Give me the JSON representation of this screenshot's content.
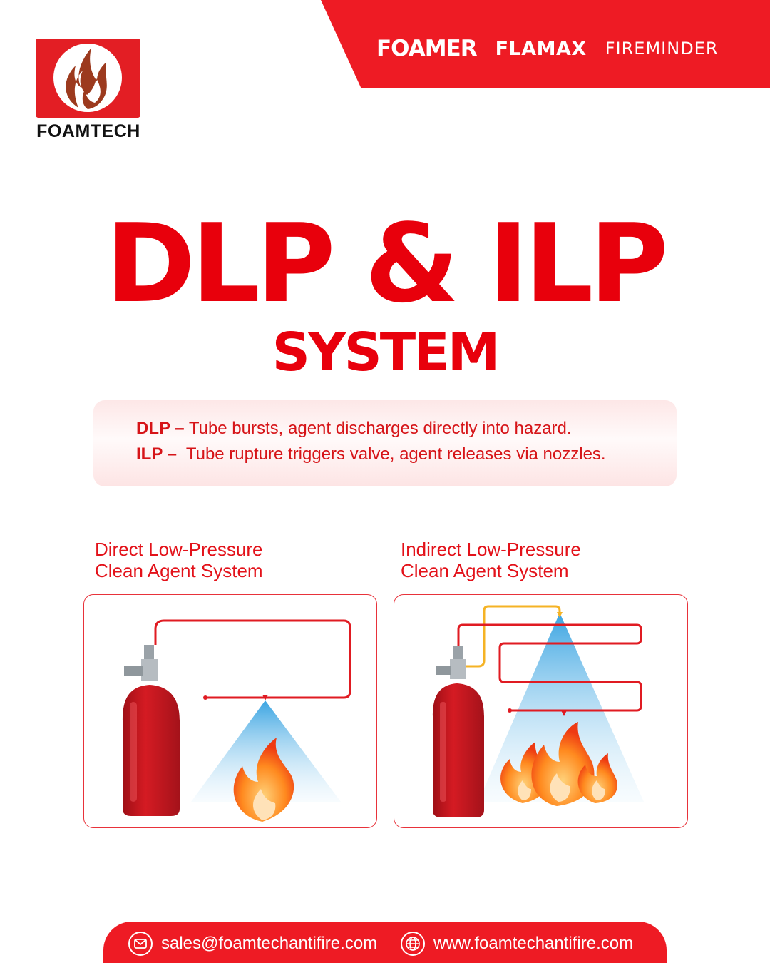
{
  "brands": {
    "foamer": "FOAMER",
    "flamax": "FLAMAX",
    "fireminder": "FIREMINDER"
  },
  "logo": {
    "name": "FOAMTECH"
  },
  "title": {
    "main": "DLP & ILP",
    "sub": "SYSTEM"
  },
  "description": {
    "dlp_term": "DLP –",
    "dlp_text": "Tube bursts, agent discharges directly into hazard.",
    "ilp_term": "ILP –",
    "ilp_text": "Tube rupture triggers valve, agent releases via nozzles."
  },
  "columns": {
    "left": {
      "line1": "Direct Low-Pressure",
      "line2": "Clean Agent System"
    },
    "right": {
      "line1": "Indirect Low-Pressure",
      "line2": "Clean Agent System"
    }
  },
  "footer": {
    "email": "sales@foamtechantifire.com",
    "website": "www.foamtechantifire.com"
  },
  "colors": {
    "brand_red": "#ee1b24",
    "text_red": "#e8000c",
    "cylinder_red": "#c8141c",
    "spray_blue": "#3aa8e0",
    "pipe_yellow": "#f5b325"
  },
  "icons": [
    "flame-logo-icon",
    "mail-icon",
    "globe-icon",
    "fire-cylinder-icon",
    "flame-icon",
    "nozzle-icon"
  ]
}
